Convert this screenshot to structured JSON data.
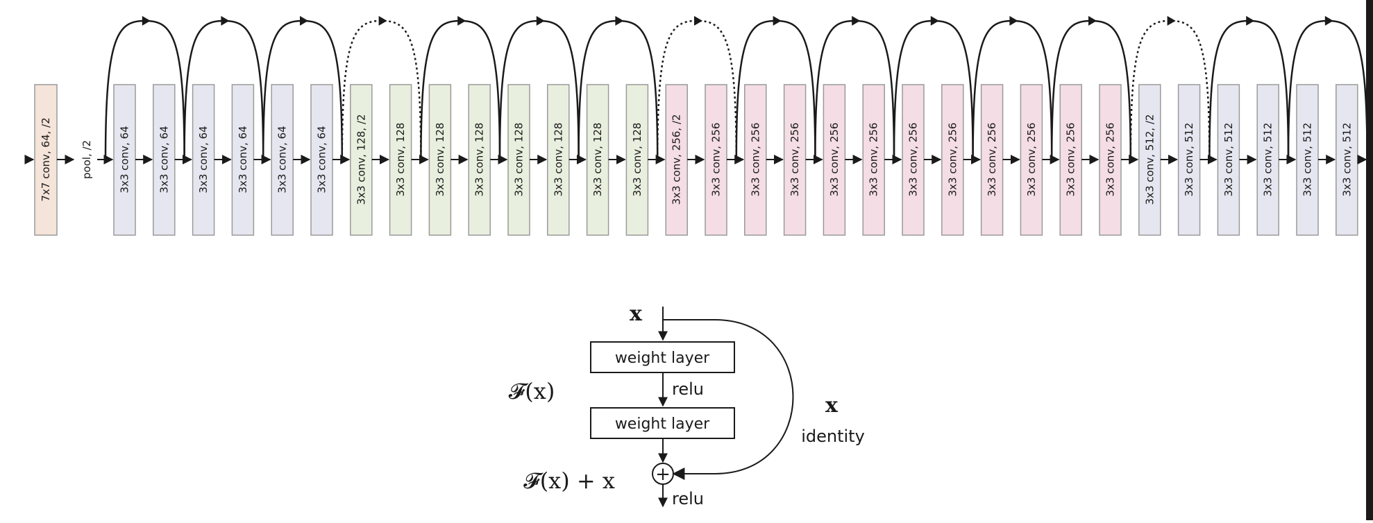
{
  "network": {
    "first_layer": "7x7 conv, 64, /2",
    "pool_label": "pool, /2",
    "colors": {
      "first": "#f4e4d9",
      "stage64": "#e6e6f0",
      "stage128": "#e9efde",
      "stage256": "#f4dde4",
      "stage512": "#e6e6f0",
      "border": "#9a9a9a"
    },
    "layers": [
      {
        "label": "3x3 conv, 64",
        "stage": "stage64"
      },
      {
        "label": "3x3 conv, 64",
        "stage": "stage64"
      },
      {
        "label": "3x3 conv, 64",
        "stage": "stage64"
      },
      {
        "label": "3x3 conv, 64",
        "stage": "stage64"
      },
      {
        "label": "3x3 conv, 64",
        "stage": "stage64"
      },
      {
        "label": "3x3 conv, 64",
        "stage": "stage64"
      },
      {
        "label": "3x3 conv, 128, /2",
        "stage": "stage128"
      },
      {
        "label": "3x3 conv, 128",
        "stage": "stage128"
      },
      {
        "label": "3x3 conv, 128",
        "stage": "stage128"
      },
      {
        "label": "3x3 conv, 128",
        "stage": "stage128"
      },
      {
        "label": "3x3 conv, 128",
        "stage": "stage128"
      },
      {
        "label": "3x3 conv, 128",
        "stage": "stage128"
      },
      {
        "label": "3x3 conv, 128",
        "stage": "stage128"
      },
      {
        "label": "3x3 conv, 128",
        "stage": "stage128"
      },
      {
        "label": "3x3 conv, 256, /2",
        "stage": "stage256"
      },
      {
        "label": "3x3 conv, 256",
        "stage": "stage256"
      },
      {
        "label": "3x3 conv, 256",
        "stage": "stage256"
      },
      {
        "label": "3x3 conv, 256",
        "stage": "stage256"
      },
      {
        "label": "3x3 conv, 256",
        "stage": "stage256"
      },
      {
        "label": "3x3 conv, 256",
        "stage": "stage256"
      },
      {
        "label": "3x3 conv, 256",
        "stage": "stage256"
      },
      {
        "label": "3x3 conv, 256",
        "stage": "stage256"
      },
      {
        "label": "3x3 conv, 256",
        "stage": "stage256"
      },
      {
        "label": "3x3 conv, 256",
        "stage": "stage256"
      },
      {
        "label": "3x3 conv, 256",
        "stage": "stage256"
      },
      {
        "label": "3x3 conv, 256",
        "stage": "stage256"
      },
      {
        "label": "3x3 conv, 512, /2",
        "stage": "stage512"
      },
      {
        "label": "3x3 conv, 512",
        "stage": "stage512"
      },
      {
        "label": "3x3 conv, 512",
        "stage": "stage512"
      },
      {
        "label": "3x3 conv, 512",
        "stage": "stage512"
      },
      {
        "label": "3x3 conv, 512",
        "stage": "stage512"
      },
      {
        "label": "3x3 conv, 512",
        "stage": "stage512"
      }
    ],
    "skips": [
      "solid",
      "solid",
      "solid",
      "dashed",
      "solid",
      "solid",
      "solid",
      "dashed",
      "solid",
      "solid",
      "solid",
      "solid",
      "solid",
      "dashed",
      "solid",
      "solid"
    ]
  },
  "block": {
    "input_label": "x",
    "weight_layer_1": "weight layer",
    "weight_layer_2": "weight layer",
    "relu_mid": "relu",
    "relu_out": "relu",
    "fx_label": "𝓕(x)",
    "sum_label": "𝓕(x) + x",
    "identity_x": "x",
    "identity_label": "identity",
    "plus_symbol": "+"
  }
}
